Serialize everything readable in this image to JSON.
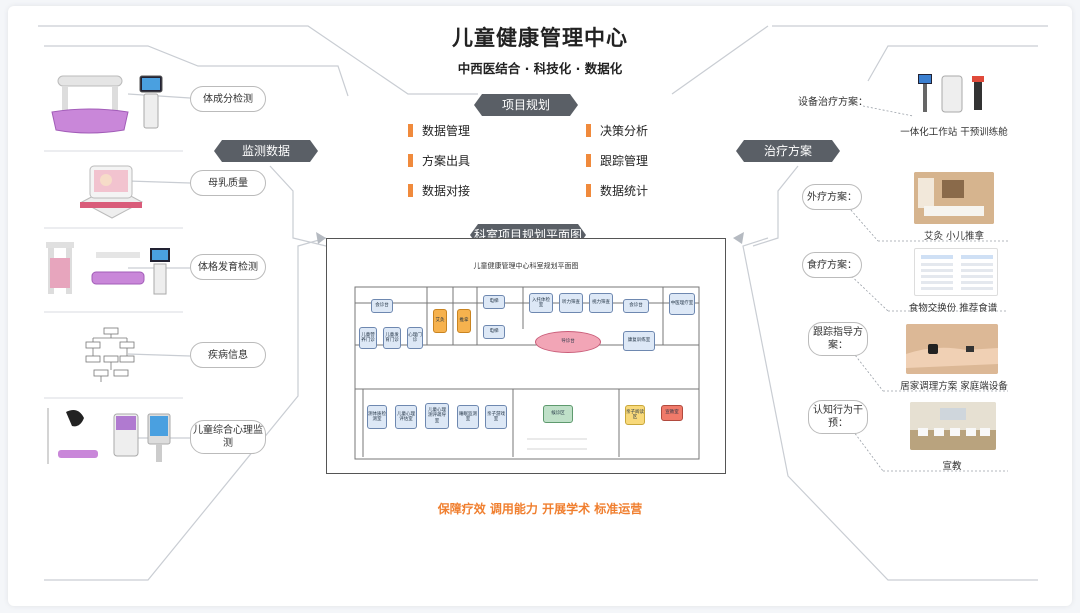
{
  "header": {
    "title": "儿童健康管理中心",
    "subtitle": "中西医结合 · 科技化 · 数据化"
  },
  "center": {
    "project_tag": "项目规划",
    "features_left": [
      "数据管理",
      "方案出具",
      "数据对接"
    ],
    "features_right": [
      "决策分析",
      "跟踪管理",
      "数据统计"
    ],
    "floorplan_tag": "科室项目规划平面图",
    "floorplan_title": "儿童健康管理中心科室规划平面图",
    "slogan": "保障疗效 调用能力 开展学术 标准运营"
  },
  "left": {
    "tag": "监测数据",
    "items": [
      "体成分检测",
      "母乳质量",
      "体格发育检测",
      "疾病信息",
      "儿童综合心理监测"
    ]
  },
  "right": {
    "tag": "治疗方案",
    "items": [
      {
        "label": "设备治疗方案：",
        "caption": "一体化工作站 干预训练舱"
      },
      {
        "label": "外疗方案：",
        "caption": "艾灸  小儿推拿"
      },
      {
        "label": "食疗方案：",
        "caption": "食物交换份  推荐食谱"
      },
      {
        "label": "跟踪指导方案：",
        "caption": "居家调理方案  家庭端设备"
      },
      {
        "label": "认知行为干预：",
        "caption": "宣教"
      }
    ]
  },
  "floorplan": {
    "rooms": [
      "会诊台",
      "艾灸",
      "推拿",
      "电梯",
      "电梯",
      "入托体检室",
      "听力筛查",
      "视力筛查",
      "会诊台",
      "中医理疗室",
      "儿童营养门诊",
      "儿童发育门诊",
      "心理门诊",
      "导诊台",
      "康复训练室",
      "测体质检测室",
      "儿童心理评估室",
      "儿童心理测评疏导室",
      "睡眠监测室",
      "亲子游戏室",
      "候诊区",
      "亲子阅读区",
      "宣教室"
    ]
  },
  "colors": {
    "accent": "#f08a3c",
    "tag_bg": "#5a5f66",
    "slogan": "#f07f2f"
  }
}
